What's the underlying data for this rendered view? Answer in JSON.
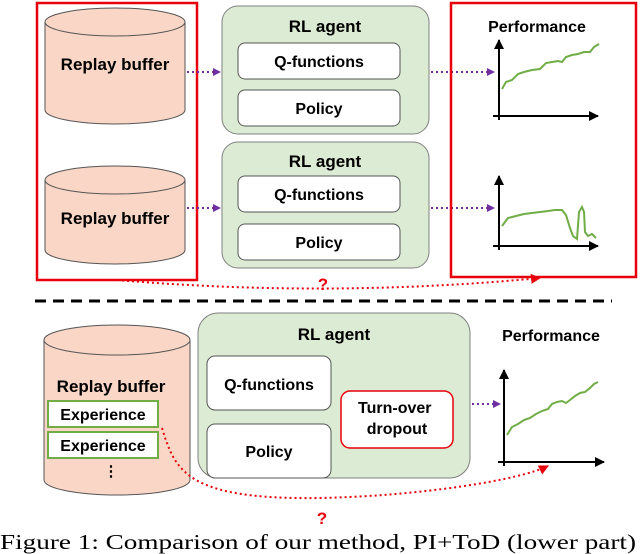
{
  "top": {
    "buffer_1": "Replay buffer",
    "buffer_2": "Replay buffer",
    "agent_1": {
      "title": "RL agent",
      "q_functions": "Q-functions",
      "policy": "Policy"
    },
    "agent_2": {
      "title": "RL agent",
      "q_functions": "Q-functions",
      "policy": "Policy"
    },
    "performance_title": "Performance",
    "question_mark": "?"
  },
  "bottom": {
    "buffer": "Replay buffer",
    "experience_1": "Experience",
    "experience_2": "Experience",
    "ellipsis": "⋮",
    "agent": {
      "title": "RL agent",
      "q_functions": "Q-functions",
      "policy": "Policy",
      "dropout": "Turn-over dropout"
    },
    "performance_title": "Performance",
    "question_mark": "?"
  },
  "caption": "Figure 1: Comparison of our method, PI+ToD (lower part)",
  "colors": {
    "buffer_fill": "#f9d6c6",
    "agent_fill": "#dcebd3",
    "highlight_red": "#e8000b",
    "arrow_purple": "#7030a0",
    "curve_green": "#70ad47",
    "experience_border": "#70ad47"
  }
}
